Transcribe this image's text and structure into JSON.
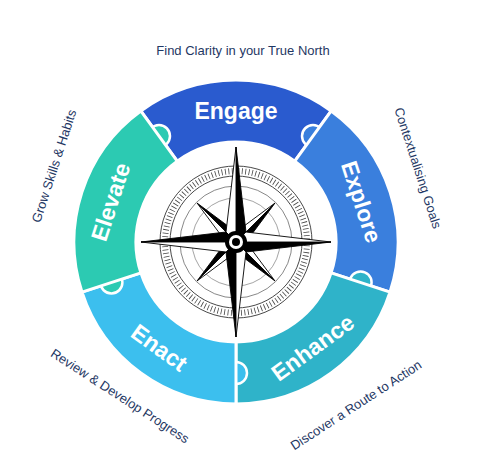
{
  "diagram": {
    "nodes": [
      {
        "text": [
          "Engage"
        ]
      },
      {
        "text": [
          "Explore"
        ]
      },
      {
        "text": [
          "Enhance"
        ]
      },
      {
        "text": [
          "Enact"
        ]
      },
      {
        "text": [
          "Elevate"
        ]
      }
    ],
    "labels": [
      "Find Clarity in your True North",
      "Contextualising Goals",
      "Discover a Route to Action",
      "Review & Develop Progress",
      "Grow Skills & Habits"
    ]
  }
}
